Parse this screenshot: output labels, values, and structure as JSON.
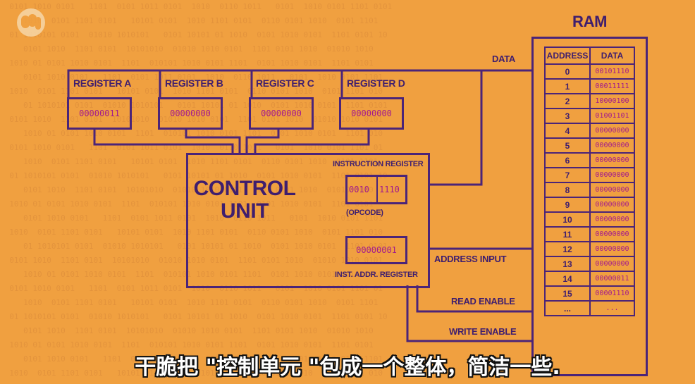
{
  "ram": {
    "title": "RAM",
    "headers": {
      "address": "ADDRESS",
      "data": "DATA"
    },
    "rows": [
      {
        "address": "0",
        "data": "00101110"
      },
      {
        "address": "1",
        "data": "00011111"
      },
      {
        "address": "2",
        "data": "10000100"
      },
      {
        "address": "3",
        "data": "01001101"
      },
      {
        "address": "4",
        "data": "00000000"
      },
      {
        "address": "5",
        "data": "00000000"
      },
      {
        "address": "6",
        "data": "00000000"
      },
      {
        "address": "7",
        "data": "00000000"
      },
      {
        "address": "8",
        "data": "00000000"
      },
      {
        "address": "9",
        "data": "00000000"
      },
      {
        "address": "10",
        "data": "00000000"
      },
      {
        "address": "11",
        "data": "00000000"
      },
      {
        "address": "12",
        "data": "00000000"
      },
      {
        "address": "13",
        "data": "00000000"
      },
      {
        "address": "14",
        "data": "00000011"
      },
      {
        "address": "15",
        "data": "00001110"
      },
      {
        "address": "...",
        "data": "..."
      }
    ]
  },
  "registers": [
    {
      "label": "REGISTER A",
      "value": "00000011"
    },
    {
      "label": "REGISTER B",
      "value": "00000000"
    },
    {
      "label": "REGISTER C",
      "value": "00000000"
    },
    {
      "label": "REGISTER D",
      "value": "00000000"
    }
  ],
  "control_unit": {
    "title_line1": "CONTROL",
    "title_line2": "UNIT",
    "instruction_register": {
      "label": "INSTRUCTION REGISTER",
      "opcode": "0010",
      "operand": "1110",
      "opcode_label": "(OPCODE)"
    },
    "inst_addr_register": {
      "label": "INST. ADDR. REGISTER",
      "value": "00000001"
    }
  },
  "bus_labels": {
    "data": "DATA",
    "address_input": "ADDRESS INPUT",
    "read_enable": "READ ENABLE",
    "write_enable": "WRITE ENABLE"
  },
  "subtitle": "干脆把 \"控制单元 \"包成一个整体，简洁一些.",
  "colors": {
    "background": "#f0a040",
    "line": "#4b2478",
    "label_text": "#3f1e6e",
    "value_text": "#a21a8c"
  }
}
